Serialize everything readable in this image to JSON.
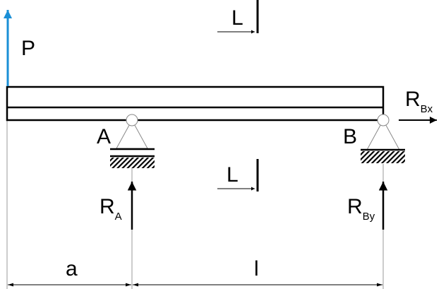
{
  "labels": {
    "force_p": "P",
    "section_top": "L",
    "section_bottom": "L",
    "support_a": "A",
    "support_b": "B",
    "reaction_a": "R",
    "reaction_a_sub": "A",
    "reaction_by": "R",
    "reaction_by_sub": "By",
    "reaction_bx": "R",
    "reaction_bx_sub": "Bx",
    "dim_a": "a",
    "dim_l": "l"
  },
  "colors": {
    "force_p": "#1a8fd6",
    "ink": "#000000",
    "thin": "#999999"
  }
}
